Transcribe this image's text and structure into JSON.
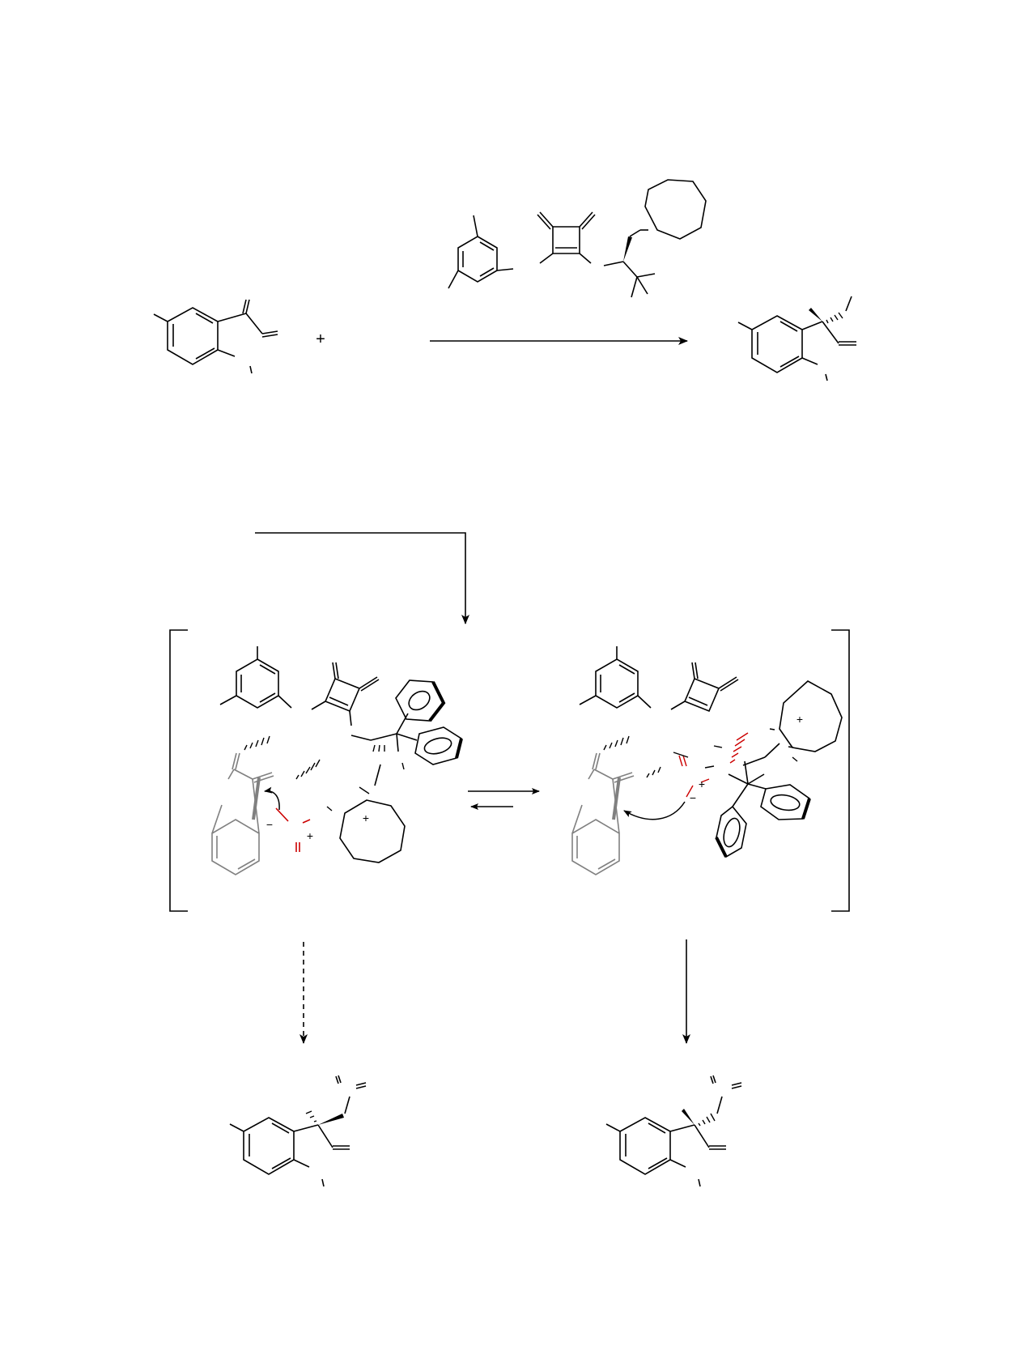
{
  "scheme": {
    "labels": {
      "plus": "+",
      "charge_plus": "+",
      "charge_minus": "−"
    },
    "colors": {
      "bond": "#000000",
      "substrate_grey": "#808080",
      "highlight_red": "#cc0000",
      "background": "#ffffff"
    },
    "arrows": {
      "main_reaction": "solid",
      "to_transition_states": "solid",
      "equilibrium": "double-half-arrows",
      "minor_pathway": "dashed",
      "major_pathway": "solid"
    }
  }
}
